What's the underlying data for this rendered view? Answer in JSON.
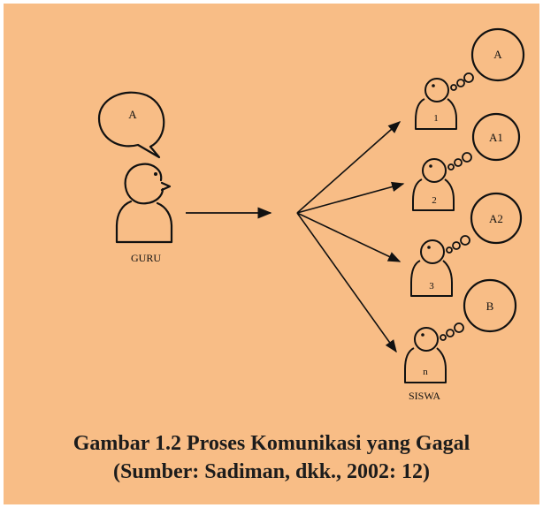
{
  "diagram": {
    "teacher": {
      "label": "GURU",
      "speech": "A"
    },
    "students": [
      {
        "number": "1",
        "thought": "A"
      },
      {
        "number": "2",
        "thought": "A1"
      },
      {
        "number": "3",
        "thought": "A2"
      },
      {
        "number": "n",
        "thought": "B"
      }
    ],
    "group_label": "SISWA"
  },
  "caption": {
    "line1": "Gambar 1.2 Proses Komunikasi yang Gagal",
    "line2": "(Sumber: Sadiman, dkk., 2002: 12)"
  },
  "colors": {
    "background": "#f8bd86",
    "ink": "#111111"
  }
}
